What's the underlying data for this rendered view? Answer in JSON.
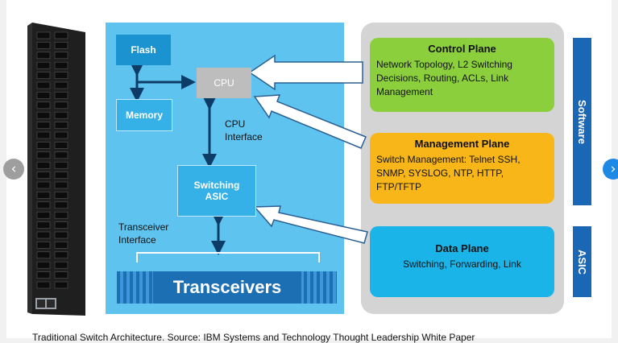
{
  "nav": {
    "prev_icon": "chevron-left-icon",
    "next_icon": "chevron-right-icon",
    "prev_glyph": "‹",
    "next_glyph": "›"
  },
  "diagram": {
    "flash": "Flash",
    "memory": "Memory",
    "cpu": "CPU",
    "cpu_interface_line1": "CPU",
    "cpu_interface_line2": "Interface",
    "switching_asic_line1": "Switching",
    "switching_asic_line2": "ASIC",
    "transceiver_interface_line1": "Transceiver",
    "transceiver_interface_line2": "Interface",
    "transceivers": "Transceivers",
    "control_plane": {
      "title": "Control Plane",
      "description": "Network Topology, L2 Switching Decisions, Routing, ACLs, Link Management"
    },
    "management_plane": {
      "title": "Management Plane",
      "description": "Switch Management: Telnet SSH, SNMP, SYSLOG, NTP, HTTP, FTP/TFTP"
    },
    "data_plane": {
      "title": "Data Plane",
      "description": "Switching, Forwarding, Link"
    },
    "software_label": "Software",
    "asic_label": "ASIC"
  },
  "caption": "Traditional Switch Architecture. Source: IBM Systems and Technology Thought Leadership White Paper",
  "colors": {
    "control_plane": "#8ccf3c",
    "management_plane": "#f9b618",
    "data_plane": "#1ab4e8",
    "side_bar": "#1967b5",
    "next_button": "#1e88e5",
    "prev_button": "#9e9e9e"
  }
}
